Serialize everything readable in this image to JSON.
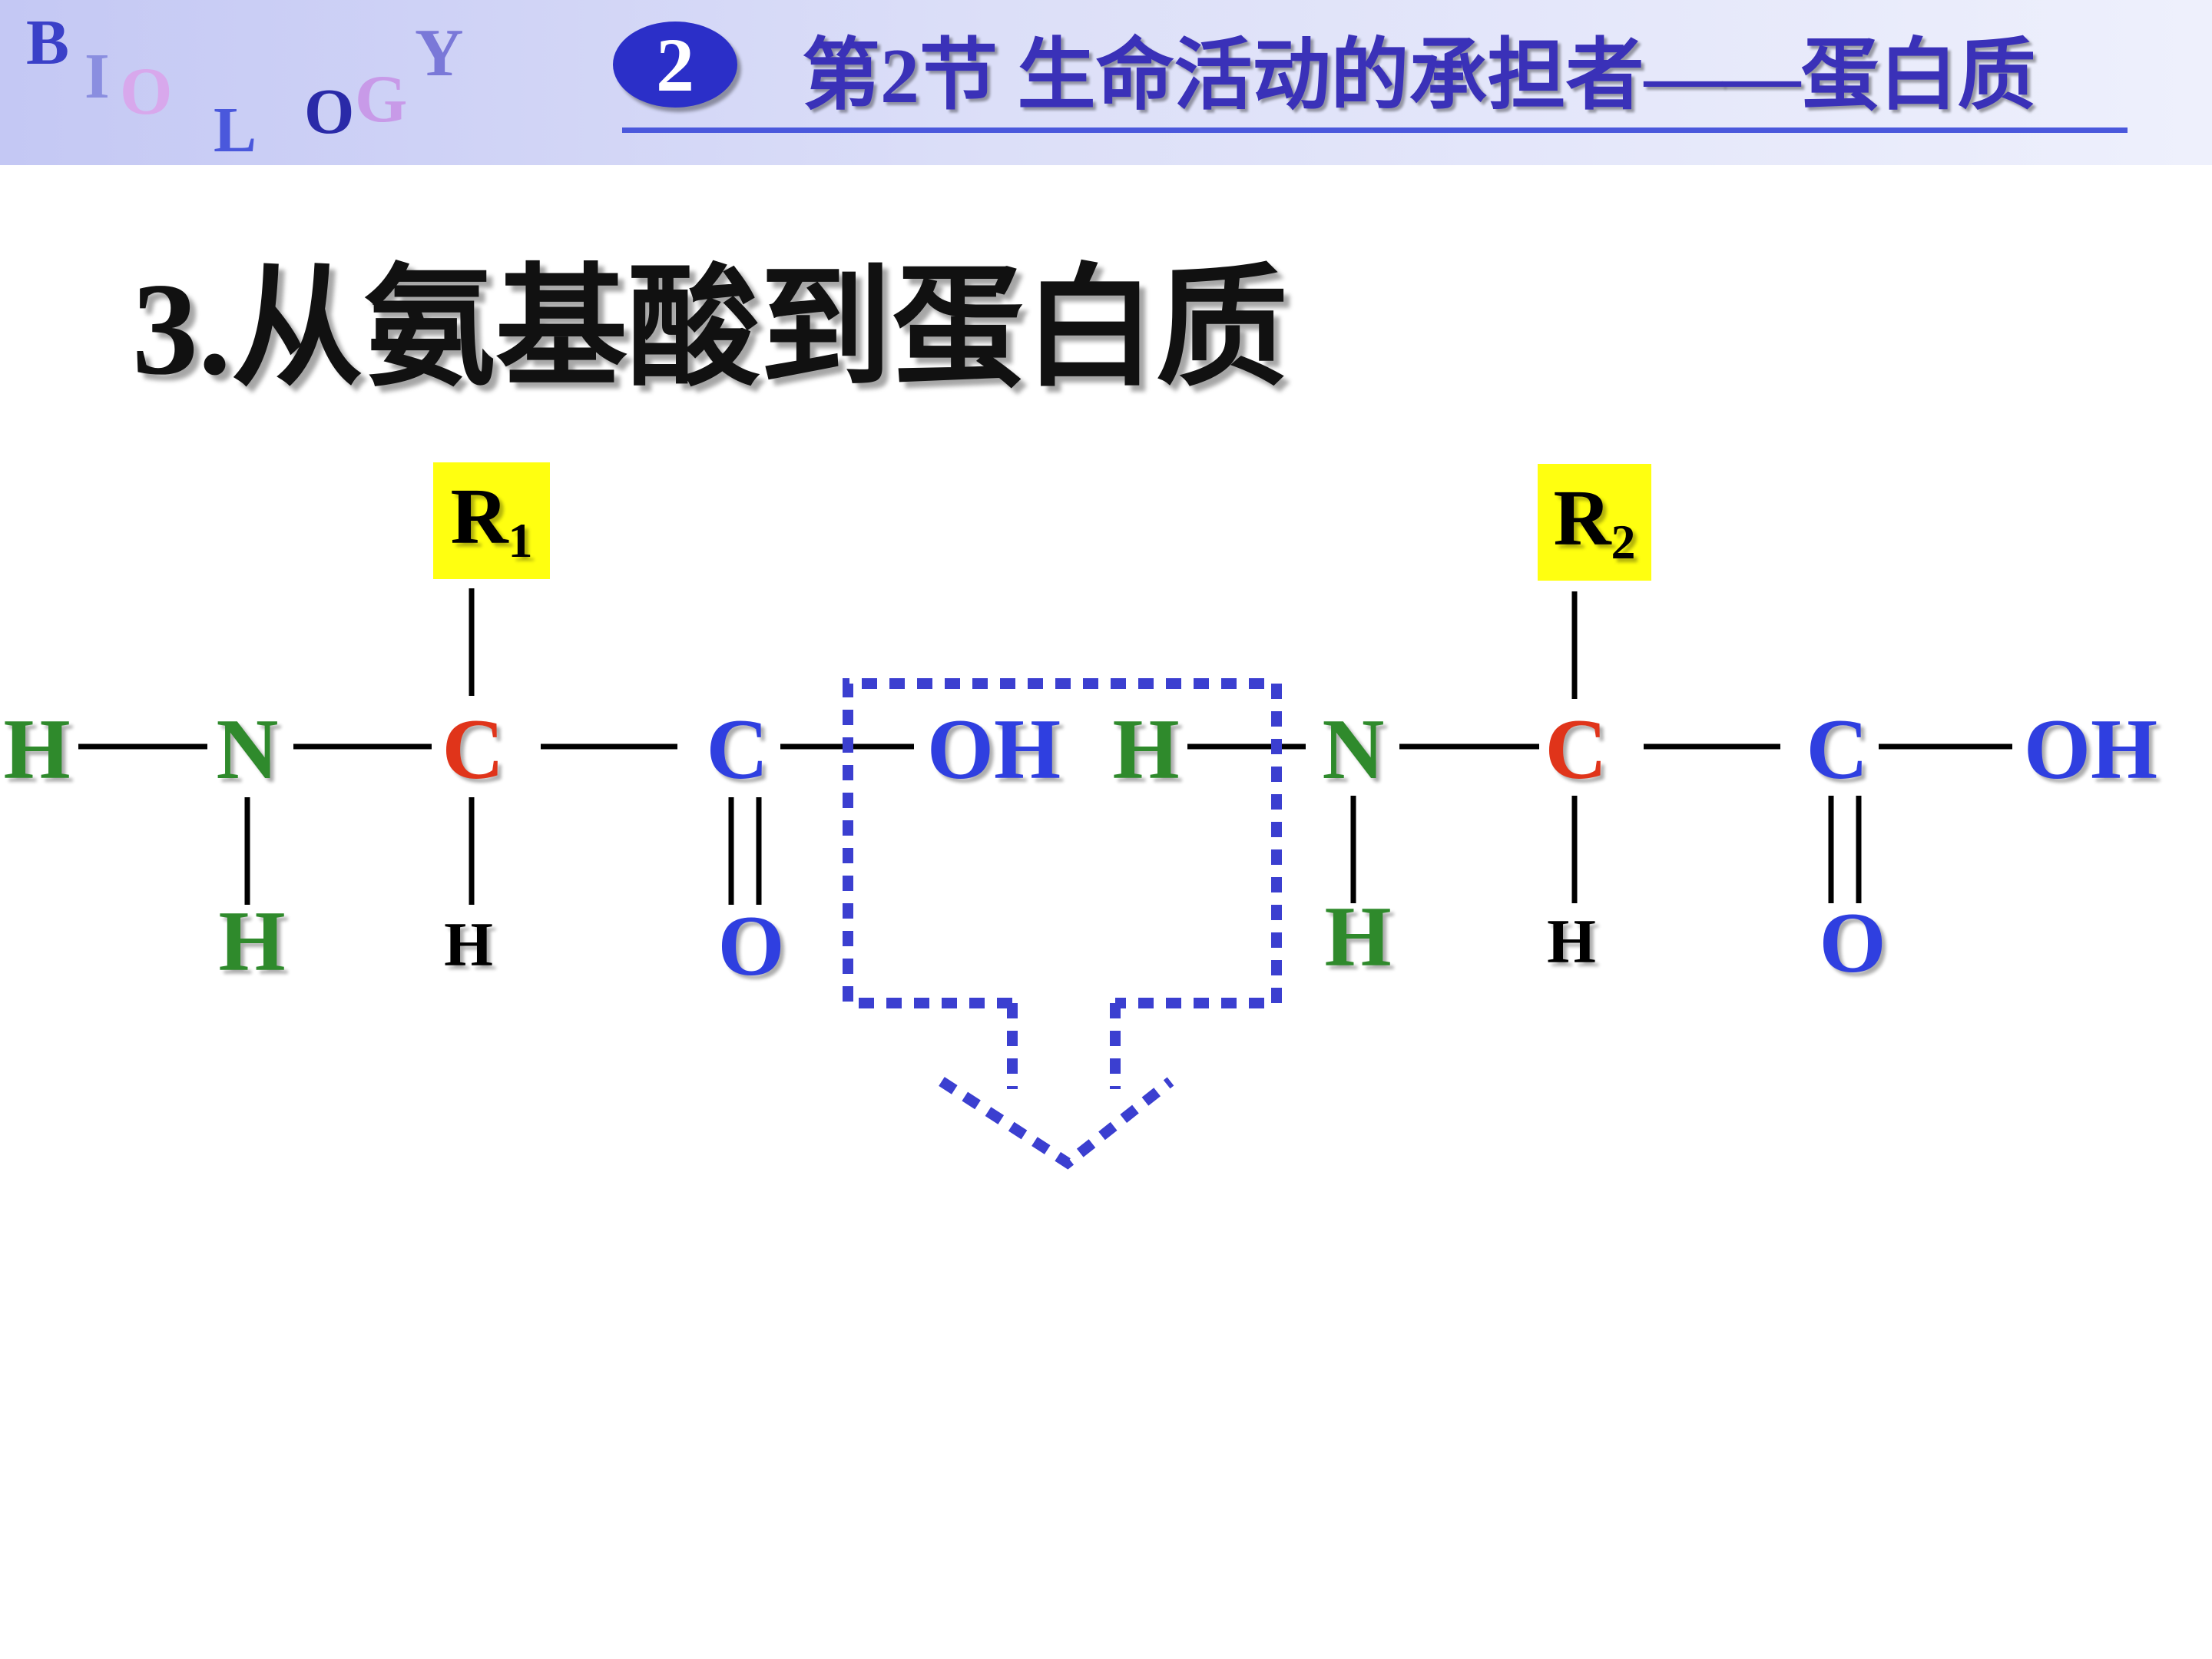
{
  "header": {
    "logo_letters": [
      "B",
      "I",
      "O",
      "L",
      "O",
      "G",
      "Y"
    ],
    "section_number": "2",
    "title": "第2节 生命活动的承担者——蛋白质"
  },
  "slide": {
    "title": "3.从氨基酸到蛋白质"
  },
  "molecule_1": {
    "r_group": {
      "letter": "R",
      "subscript": "1"
    },
    "atoms": {
      "h_left": "H",
      "n": "N",
      "c_alpha": "C",
      "c_carboxyl": "C",
      "oh": "OH",
      "h_amino": "H",
      "h_alpha": "H",
      "o_carbonyl": "O"
    }
  },
  "molecule_2": {
    "r_group": {
      "letter": "R",
      "subscript": "2"
    },
    "atoms": {
      "h_left": "H",
      "n": "N",
      "c_alpha": "C",
      "c_carboxyl": "C",
      "oh": "OH",
      "h_amino": "H",
      "h_alpha": "H",
      "o_carbonyl": "O"
    }
  },
  "colors": {
    "amino_group": "#2f8a2c",
    "alpha_carbon": "#e0341a",
    "carboxyl_group": "#2f3fe0",
    "r_group_highlight": "#ffff10",
    "dehydration_box": "#3b3fd0",
    "header_accent": "#3a31b8"
  }
}
